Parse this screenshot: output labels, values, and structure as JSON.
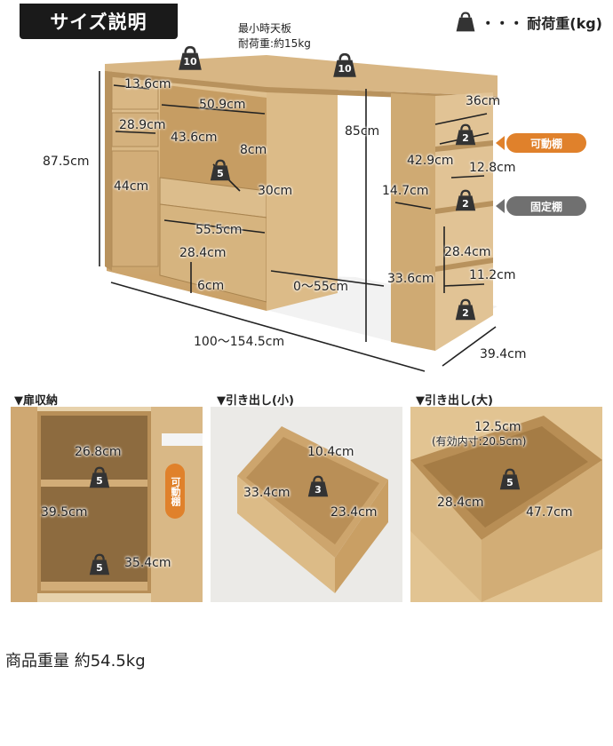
{
  "header": {
    "title": "サイズ説明"
  },
  "legend": {
    "dots": "・・・",
    "label": "耐荷重(kg)"
  },
  "main_diagram": {
    "top_note_line1": "最小時天板",
    "top_note_line2": "耐荷重:約15kg",
    "weights": {
      "top_left": "10",
      "top_right": "10",
      "shelf1": "2",
      "shelf2": "2",
      "shelf3": "2",
      "drawer_top": "5"
    },
    "dims": {
      "d13_6": "13.6cm",
      "d50_9": "50.9cm",
      "d28_9": "28.9cm",
      "d43_6": "43.6cm",
      "d8": "8cm",
      "d87_5": "87.5cm",
      "d44": "44cm",
      "d30": "30cm",
      "d55_5": "55.5cm",
      "d28_4": "28.4cm",
      "d6": "6cm",
      "d85": "85cm",
      "d36": "36cm",
      "d42_9": "42.9cm",
      "d12_8": "12.8cm",
      "d14_7": "14.7cm",
      "d28_4b": "28.4cm",
      "d11_2": "11.2cm",
      "d33_6": "33.6cm",
      "d0_55": "0〜55cm",
      "d100": "100〜154.5cm",
      "d39_4": "39.4cm"
    },
    "tags": {
      "movable": "可動棚",
      "fixed": "固定棚"
    }
  },
  "panels": [
    {
      "label": "▼扉収納",
      "dims": [
        "26.8cm",
        "39.5cm",
        "35.4cm"
      ],
      "weights": [
        "5",
        "5"
      ],
      "tag": "可動棚"
    },
    {
      "label": "▼引き出し(小)",
      "dims": [
        "10.4cm",
        "33.4cm",
        "23.4cm"
      ],
      "weights": [
        "3"
      ]
    },
    {
      "label": "▼引き出し(大)",
      "dims": [
        "12.5cm",
        "(有効内寸:20.5cm)",
        "28.4cm",
        "47.7cm"
      ],
      "weights": [
        "5"
      ]
    }
  ],
  "footer": {
    "weight_text": "商品重量 約54.5kg"
  },
  "colors": {
    "wood_light": "#d9b98a",
    "wood_mid": "#c9a36f",
    "wood_dark": "#a88352",
    "orange": "#e0812b",
    "gray_tag": "#707070",
    "black": "#1a1a1a"
  }
}
